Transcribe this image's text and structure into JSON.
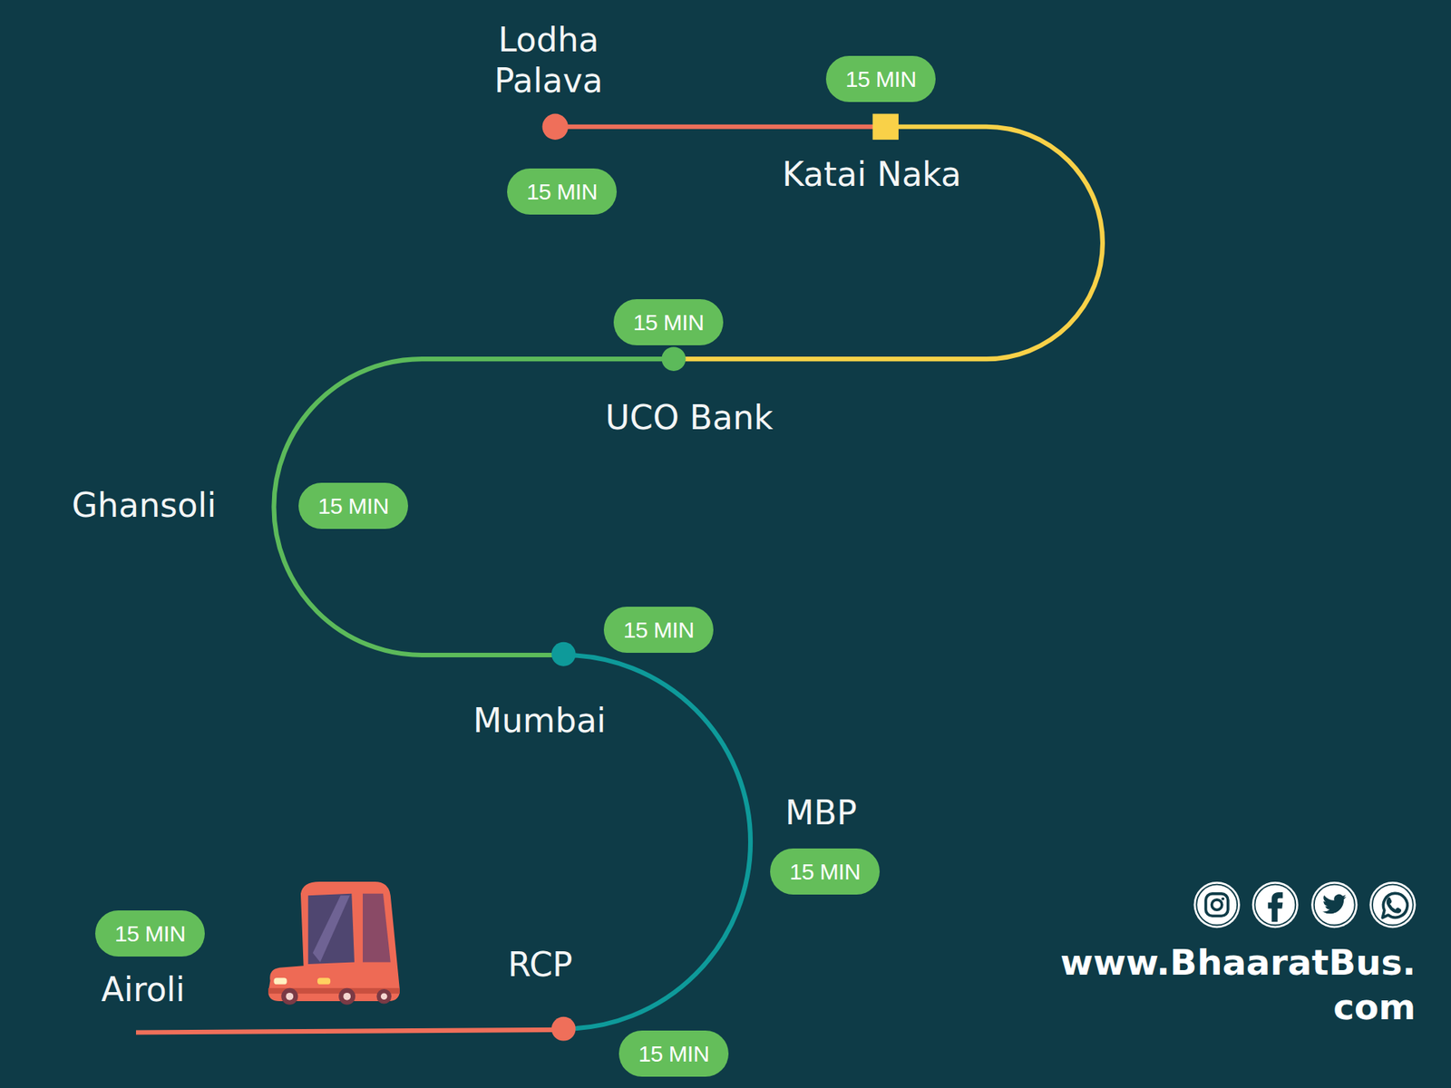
{
  "diagram": {
    "nodes": [
      {
        "text": [
          "15 MIN"
        ]
      },
      {
        "text": [
          "15 MIN"
        ]
      },
      {
        "text": [
          "15 MIN"
        ]
      },
      {
        "text": [
          "15 MIN"
        ]
      },
      {
        "text": [
          "15 MIN"
        ]
      },
      {
        "text": [
          "15 MIN"
        ]
      },
      {
        "text": [
          "15 MIN"
        ]
      },
      {
        "text": [
          "15 MIN"
        ]
      }
    ],
    "labels": [
      "Lodha Palava",
      "Katai Naka",
      "UCO Bank",
      "Ghansoli",
      "Mumbai",
      "MBP",
      "RCP",
      "Airoli",
      "www.BhaaratBus. com"
    ]
  }
}
